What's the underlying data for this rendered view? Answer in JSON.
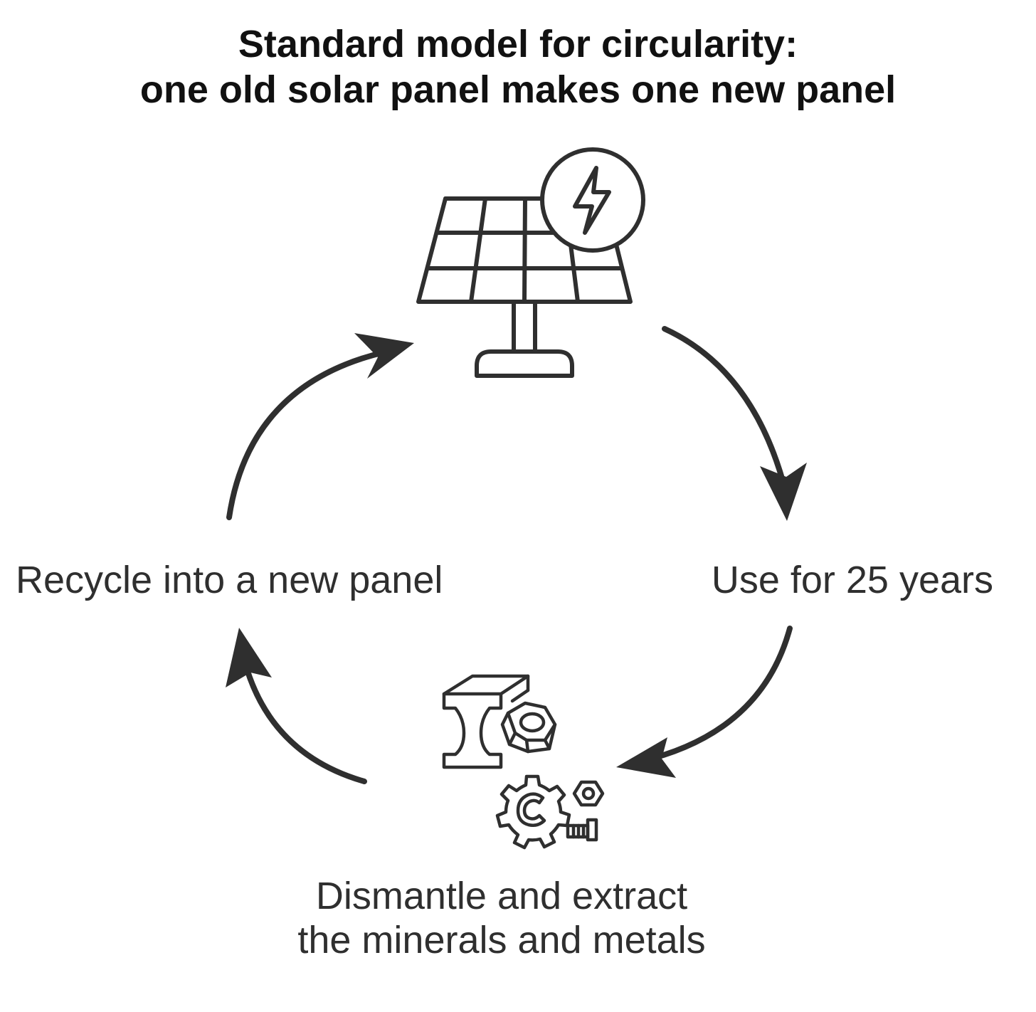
{
  "title": {
    "line1": "Standard model for circularity:",
    "line2": "one old solar panel makes one new panel"
  },
  "steps": {
    "use": "Use for 25 years",
    "dismantle_line1": "Dismantle and extract",
    "dismantle_line2": "the minerals and metals",
    "recycle": "Recycle into a new panel"
  },
  "icons": {
    "top": "solar-panel-icon",
    "bottom": "metals-and-parts-icon"
  },
  "colors": {
    "stroke": "#2f2f2f",
    "title": "#111111"
  }
}
